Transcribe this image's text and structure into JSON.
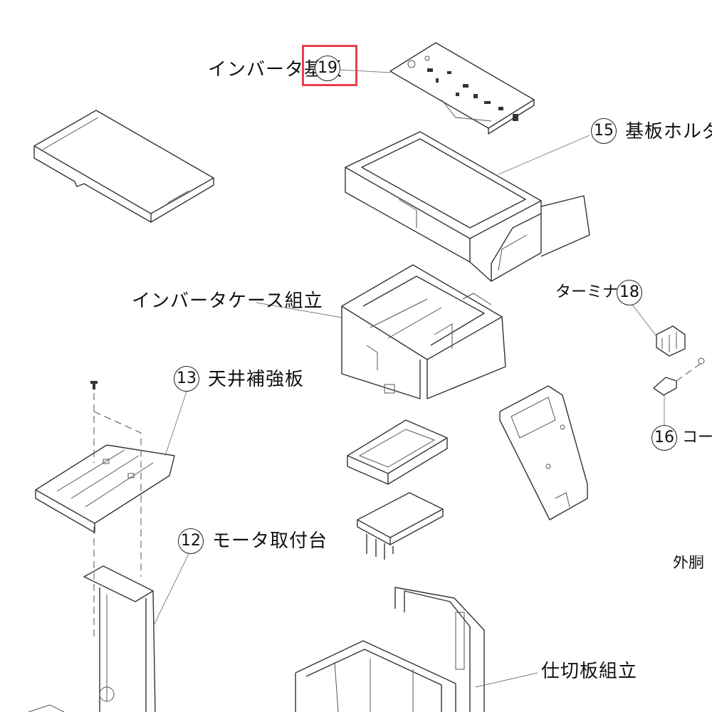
{
  "labels": {
    "inverter_board": "インバータ基板",
    "board_holder": "基板ホルダ",
    "inverter_case": "インバータケース組立",
    "terminal": "ターミナル",
    "ceiling_plate": "天井補強板",
    "cord_partial": "コード",
    "motor_mount": "モータ取付台",
    "outer_partial": "外胴",
    "partition": "仕切板組立"
  },
  "callouts": {
    "c19": "19",
    "c15": "15",
    "c18": "18",
    "c13": "13",
    "c16": "16",
    "c12": "12"
  },
  "colors": {
    "highlight": "#e8404a",
    "line": "#333333"
  }
}
